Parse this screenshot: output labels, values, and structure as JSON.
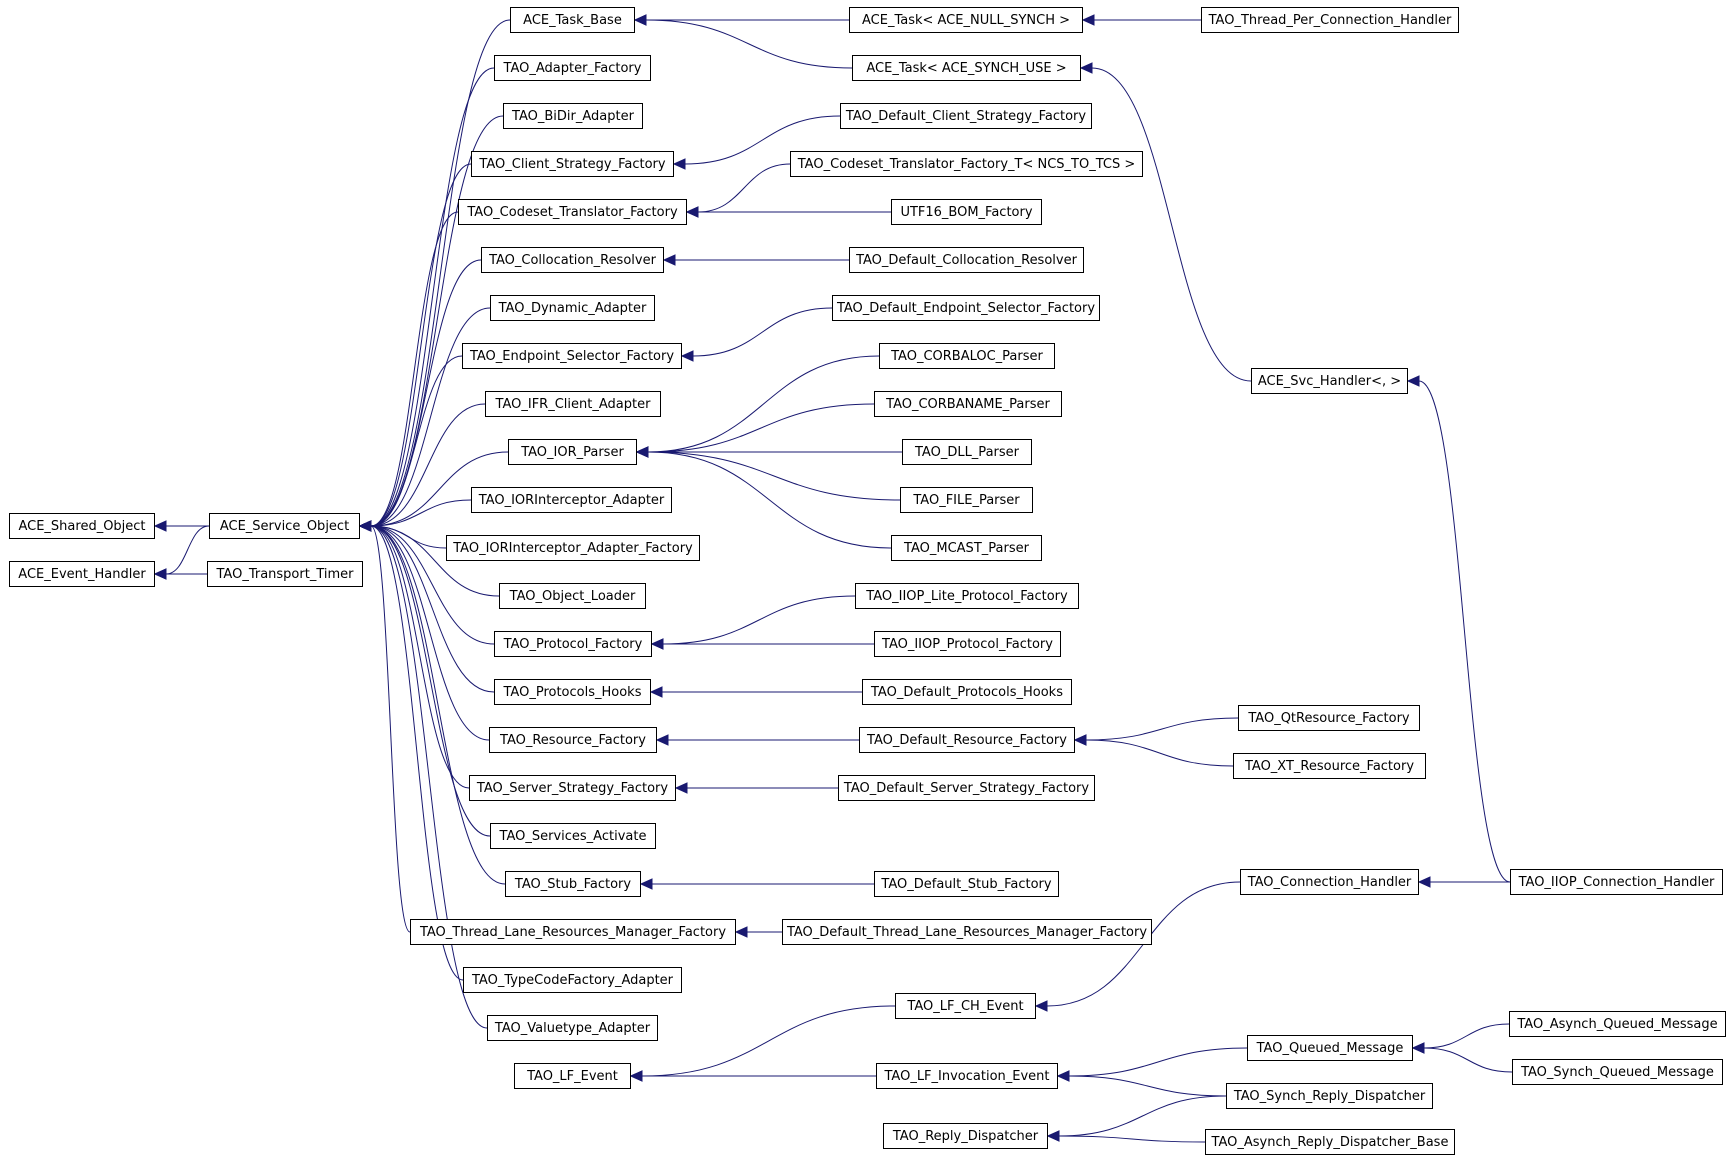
{
  "diagram": {
    "colors": {
      "edge": "#191970",
      "box_border": "#000000",
      "background": "#ffffff"
    },
    "nodes": [
      {
        "id": "ace_shared_object",
        "label": "ACE_Shared_Object"
      },
      {
        "id": "ace_event_handler",
        "label": "ACE_Event_Handler"
      },
      {
        "id": "ace_service_object",
        "label": "ACE_Service_Object"
      },
      {
        "id": "tao_transport_timer",
        "label": "TAO_Transport_Timer"
      },
      {
        "id": "ace_task_base",
        "label": "ACE_Task_Base"
      },
      {
        "id": "tao_adapter_factory",
        "label": "TAO_Adapter_Factory"
      },
      {
        "id": "tao_bidir_adapter",
        "label": "TAO_BiDir_Adapter"
      },
      {
        "id": "tao_client_strategy_factory",
        "label": "TAO_Client_Strategy_Factory"
      },
      {
        "id": "tao_codeset_translator_factory",
        "label": "TAO_Codeset_Translator_Factory"
      },
      {
        "id": "tao_collocation_resolver",
        "label": "TAO_Collocation_Resolver"
      },
      {
        "id": "tao_dynamic_adapter",
        "label": "TAO_Dynamic_Adapter"
      },
      {
        "id": "tao_endpoint_selector_factory",
        "label": "TAO_Endpoint_Selector_Factory"
      },
      {
        "id": "tao_ifr_client_adapter",
        "label": "TAO_IFR_Client_Adapter"
      },
      {
        "id": "tao_ior_parser",
        "label": "TAO_IOR_Parser"
      },
      {
        "id": "tao_iorinterceptor_adapter",
        "label": "TAO_IORInterceptor_Adapter"
      },
      {
        "id": "tao_iorinterceptor_adapter_factory",
        "label": "TAO_IORInterceptor_Adapter_Factory"
      },
      {
        "id": "tao_object_loader",
        "label": "TAO_Object_Loader"
      },
      {
        "id": "tao_protocol_factory",
        "label": "TAO_Protocol_Factory"
      },
      {
        "id": "tao_protocols_hooks",
        "label": "TAO_Protocols_Hooks"
      },
      {
        "id": "tao_resource_factory",
        "label": "TAO_Resource_Factory"
      },
      {
        "id": "tao_server_strategy_factory",
        "label": "TAO_Server_Strategy_Factory"
      },
      {
        "id": "tao_services_activate",
        "label": "TAO_Services_Activate"
      },
      {
        "id": "tao_stub_factory",
        "label": "TAO_Stub_Factory"
      },
      {
        "id": "tao_thread_lane_resources_manager_factory",
        "label": "TAO_Thread_Lane_Resources_Manager_Factory"
      },
      {
        "id": "tao_typecodefactory_adapter",
        "label": "TAO_TypeCodeFactory_Adapter"
      },
      {
        "id": "tao_valuetype_adapter",
        "label": "TAO_Valuetype_Adapter"
      },
      {
        "id": "tao_lf_event",
        "label": "TAO_LF_Event"
      },
      {
        "id": "tao_reply_dispatcher",
        "label": "TAO_Reply_Dispatcher"
      },
      {
        "id": "ace_task_null_synch",
        "label": "ACE_Task< ACE_NULL_SYNCH >"
      },
      {
        "id": "ace_task_synch_use",
        "label": "ACE_Task< ACE_SYNCH_USE >"
      },
      {
        "id": "tao_default_client_strategy_factory",
        "label": "TAO_Default_Client_Strategy_Factory"
      },
      {
        "id": "tao_codeset_translator_factory_t",
        "label": "TAO_Codeset_Translator_Factory_T< NCS_TO_TCS >"
      },
      {
        "id": "utf16_bom_factory",
        "label": "UTF16_BOM_Factory"
      },
      {
        "id": "tao_default_collocation_resolver",
        "label": "TAO_Default_Collocation_Resolver"
      },
      {
        "id": "tao_default_endpoint_selector_factory",
        "label": "TAO_Default_Endpoint_Selector_Factory"
      },
      {
        "id": "tao_corbaloc_parser",
        "label": "TAO_CORBALOC_Parser"
      },
      {
        "id": "tao_corbaname_parser",
        "label": "TAO_CORBANAME_Parser"
      },
      {
        "id": "tao_dll_parser",
        "label": "TAO_DLL_Parser"
      },
      {
        "id": "tao_file_parser",
        "label": "TAO_FILE_Parser"
      },
      {
        "id": "tao_mcast_parser",
        "label": "TAO_MCAST_Parser"
      },
      {
        "id": "tao_iiop_lite_protocol_factory",
        "label": "TAO_IIOP_Lite_Protocol_Factory"
      },
      {
        "id": "tao_iiop_protocol_factory",
        "label": "TAO_IIOP_Protocol_Factory"
      },
      {
        "id": "tao_default_protocols_hooks",
        "label": "TAO_Default_Protocols_Hooks"
      },
      {
        "id": "tao_default_resource_factory",
        "label": "TAO_Default_Resource_Factory"
      },
      {
        "id": "tao_default_server_strategy_factory",
        "label": "TAO_Default_Server_Strategy_Factory"
      },
      {
        "id": "tao_default_stub_factory",
        "label": "TAO_Default_Stub_Factory"
      },
      {
        "id": "tao_default_thread_lane_resources_manager_factory",
        "label": "TAO_Default_Thread_Lane_Resources_Manager_Factory"
      },
      {
        "id": "tao_lf_ch_event",
        "label": "TAO_LF_CH_Event"
      },
      {
        "id": "tao_lf_invocation_event",
        "label": "TAO_LF_Invocation_Event"
      },
      {
        "id": "tao_thread_per_connection_handler",
        "label": "TAO_Thread_Per_Connection_Handler"
      },
      {
        "id": "ace_svc_handler",
        "label": "ACE_Svc_Handler<, >"
      },
      {
        "id": "tao_qtresource_factory",
        "label": "TAO_QtResource_Factory"
      },
      {
        "id": "tao_xt_resource_factory",
        "label": "TAO_XT_Resource_Factory"
      },
      {
        "id": "tao_connection_handler",
        "label": "TAO_Connection_Handler"
      },
      {
        "id": "tao_queued_message",
        "label": "TAO_Queued_Message"
      },
      {
        "id": "tao_synch_reply_dispatcher",
        "label": "TAO_Synch_Reply_Dispatcher"
      },
      {
        "id": "tao_asynch_reply_dispatcher_base",
        "label": "TAO_Asynch_Reply_Dispatcher_Base"
      },
      {
        "id": "tao_iiop_connection_handler",
        "label": "TAO_IIOP_Connection_Handler"
      },
      {
        "id": "tao_asynch_queued_message",
        "label": "TAO_Asynch_Queued_Message"
      },
      {
        "id": "tao_synch_queued_message",
        "label": "TAO_Synch_Queued_Message"
      }
    ],
    "edges": [
      {
        "from": "ace_service_object",
        "to": "ace_shared_object"
      },
      {
        "from": "ace_service_object",
        "to": "ace_event_handler"
      },
      {
        "from": "tao_transport_timer",
        "to": "ace_event_handler"
      },
      {
        "from": "ace_task_base",
        "to": "ace_service_object"
      },
      {
        "from": "tao_adapter_factory",
        "to": "ace_service_object"
      },
      {
        "from": "tao_bidir_adapter",
        "to": "ace_service_object"
      },
      {
        "from": "tao_client_strategy_factory",
        "to": "ace_service_object"
      },
      {
        "from": "tao_codeset_translator_factory",
        "to": "ace_service_object"
      },
      {
        "from": "tao_collocation_resolver",
        "to": "ace_service_object"
      },
      {
        "from": "tao_dynamic_adapter",
        "to": "ace_service_object"
      },
      {
        "from": "tao_endpoint_selector_factory",
        "to": "ace_service_object"
      },
      {
        "from": "tao_ifr_client_adapter",
        "to": "ace_service_object"
      },
      {
        "from": "tao_ior_parser",
        "to": "ace_service_object"
      },
      {
        "from": "tao_iorinterceptor_adapter",
        "to": "ace_service_object"
      },
      {
        "from": "tao_iorinterceptor_adapter_factory",
        "to": "ace_service_object"
      },
      {
        "from": "tao_object_loader",
        "to": "ace_service_object"
      },
      {
        "from": "tao_protocol_factory",
        "to": "ace_service_object"
      },
      {
        "from": "tao_protocols_hooks",
        "to": "ace_service_object"
      },
      {
        "from": "tao_resource_factory",
        "to": "ace_service_object"
      },
      {
        "from": "tao_server_strategy_factory",
        "to": "ace_service_object"
      },
      {
        "from": "tao_services_activate",
        "to": "ace_service_object"
      },
      {
        "from": "tao_stub_factory",
        "to": "ace_service_object"
      },
      {
        "from": "tao_thread_lane_resources_manager_factory",
        "to": "ace_service_object"
      },
      {
        "from": "tao_typecodefactory_adapter",
        "to": "ace_service_object"
      },
      {
        "from": "tao_valuetype_adapter",
        "to": "ace_service_object"
      },
      {
        "from": "ace_task_null_synch",
        "to": "ace_task_base"
      },
      {
        "from": "ace_task_synch_use",
        "to": "ace_task_base"
      },
      {
        "from": "tao_thread_per_connection_handler",
        "to": "ace_task_null_synch"
      },
      {
        "from": "ace_svc_handler",
        "to": "ace_task_synch_use"
      },
      {
        "from": "tao_default_client_strategy_factory",
        "to": "tao_client_strategy_factory"
      },
      {
        "from": "tao_codeset_translator_factory_t",
        "to": "tao_codeset_translator_factory"
      },
      {
        "from": "utf16_bom_factory",
        "to": "tao_codeset_translator_factory"
      },
      {
        "from": "tao_default_collocation_resolver",
        "to": "tao_collocation_resolver"
      },
      {
        "from": "tao_default_endpoint_selector_factory",
        "to": "tao_endpoint_selector_factory"
      },
      {
        "from": "tao_corbaloc_parser",
        "to": "tao_ior_parser"
      },
      {
        "from": "tao_corbaname_parser",
        "to": "tao_ior_parser"
      },
      {
        "from": "tao_dll_parser",
        "to": "tao_ior_parser"
      },
      {
        "from": "tao_file_parser",
        "to": "tao_ior_parser"
      },
      {
        "from": "tao_mcast_parser",
        "to": "tao_ior_parser"
      },
      {
        "from": "tao_iiop_lite_protocol_factory",
        "to": "tao_protocol_factory"
      },
      {
        "from": "tao_iiop_protocol_factory",
        "to": "tao_protocol_factory"
      },
      {
        "from": "tao_default_protocols_hooks",
        "to": "tao_protocols_hooks"
      },
      {
        "from": "tao_default_resource_factory",
        "to": "tao_resource_factory"
      },
      {
        "from": "tao_qtresource_factory",
        "to": "tao_default_resource_factory"
      },
      {
        "from": "tao_xt_resource_factory",
        "to": "tao_default_resource_factory"
      },
      {
        "from": "tao_default_server_strategy_factory",
        "to": "tao_server_strategy_factory"
      },
      {
        "from": "tao_default_stub_factory",
        "to": "tao_stub_factory"
      },
      {
        "from": "tao_default_thread_lane_resources_manager_factory",
        "to": "tao_thread_lane_resources_manager_factory"
      },
      {
        "from": "tao_lf_ch_event",
        "to": "tao_lf_event"
      },
      {
        "from": "tao_lf_invocation_event",
        "to": "tao_lf_event"
      },
      {
        "from": "tao_connection_handler",
        "to": "tao_lf_ch_event"
      },
      {
        "from": "tao_iiop_connection_handler",
        "to": "tao_connection_handler"
      },
      {
        "from": "tao_iiop_connection_handler",
        "to": "ace_svc_handler"
      },
      {
        "from": "tao_queued_message",
        "to": "tao_lf_invocation_event"
      },
      {
        "from": "tao_synch_reply_dispatcher",
        "to": "tao_lf_invocation_event"
      },
      {
        "from": "tao_synch_reply_dispatcher",
        "to": "tao_reply_dispatcher"
      },
      {
        "from": "tao_asynch_reply_dispatcher_base",
        "to": "tao_reply_dispatcher"
      },
      {
        "from": "tao_asynch_queued_message",
        "to": "tao_queued_message"
      },
      {
        "from": "tao_synch_queued_message",
        "to": "tao_queued_message"
      }
    ]
  }
}
